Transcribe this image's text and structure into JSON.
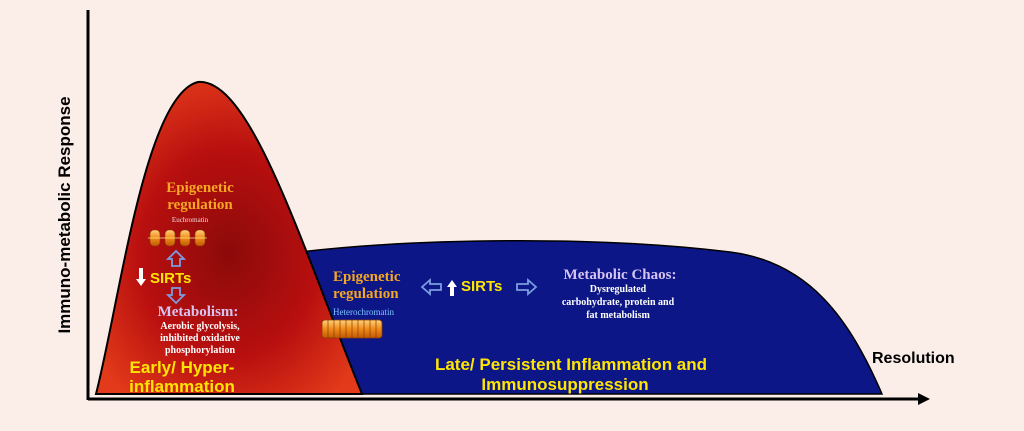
{
  "axes": {
    "y_label": "Immuno-metabolic  Response",
    "x_end_label": "Resolution"
  },
  "early_phase": {
    "title_line1": "Early/ Hyper-",
    "title_line2": "inflammation",
    "epigenetic_line1": "Epigenetic",
    "epigenetic_line2": "regulation",
    "chromatin_label": "Euchromatin",
    "sirts_label": "SIRTs",
    "sirts_direction": "down",
    "metabolism_heading": "Metabolism:",
    "metabolism_line1": "Aerobic glycolysis,",
    "metabolism_line2": "inhibited oxidative",
    "metabolism_line3": "phosphorylation"
  },
  "late_phase": {
    "title_line1": "Late/ Persistent Inflammation and",
    "title_line2": "Immunosuppression",
    "epigenetic_line1": "Epigenetic",
    "epigenetic_line2": "regulation",
    "chromatin_label": "Heterochromatin",
    "sirts_label": "SIRTs",
    "sirts_direction": "up",
    "chaos_heading": "Metabolic Chaos:",
    "chaos_line1": "Dysregulated",
    "chaos_line2": "carbohydrate, protein and",
    "chaos_line3": "fat metabolism"
  },
  "colors": {
    "background": "#fbeee9",
    "early_fill_dark": "#b30d0d",
    "early_fill_light": "#e0301a",
    "late_fill": "#0c1686",
    "title_yellow": "#ffe600",
    "epigenetic_orange": "#f5a623",
    "metabolism_lavender": "#d6c3f2",
    "arrow_blue": "#7b9de0",
    "chromatin_orange": "#f08a1a"
  }
}
